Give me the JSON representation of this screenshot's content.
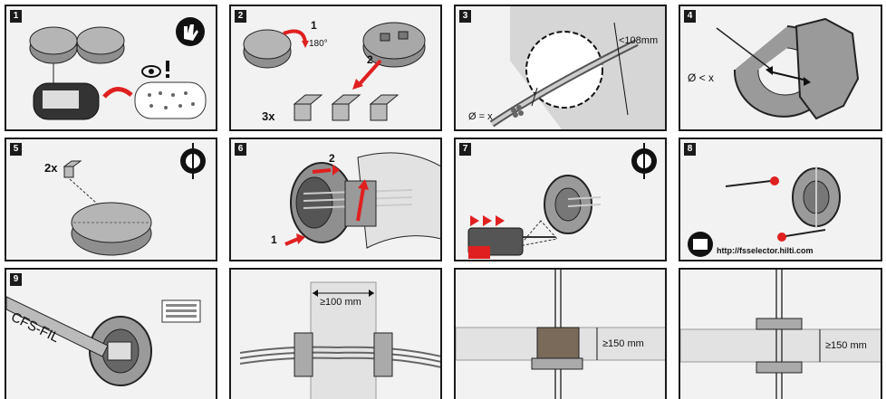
{
  "steps": {
    "s1": {
      "number": "1"
    },
    "s2": {
      "number": "2",
      "rotate_step": "1",
      "rotate_angle": "180°",
      "remove_step": "2",
      "quantity": "3x"
    },
    "s3": {
      "number": "3",
      "max_dim": "<108mm",
      "diameter": "Ø = x"
    },
    "s4": {
      "number": "4",
      "diameter_rule": "Ø < x"
    },
    "s5": {
      "number": "5",
      "quantity": "2x"
    },
    "s6": {
      "number": "6",
      "step_a": "1",
      "step_b": "2"
    },
    "s7": {
      "number": "7"
    },
    "s8": {
      "number": "8",
      "url": "http://fsselector.hilti.com"
    },
    "s9": {
      "number": "9",
      "sealant_label": "CFS-FIL"
    },
    "s10": {
      "wall_dim": "≥100 mm"
    },
    "s11": {
      "floor_dim": "≥150 mm"
    },
    "s12": {
      "floor_dim": "≥150 mm"
    }
  },
  "colors": {
    "panel_bg": "#f2f2f2",
    "frame": "#1a1a1a",
    "arrow": "#e02020",
    "device": "#9a9a9a",
    "device_dark": "#555555"
  }
}
